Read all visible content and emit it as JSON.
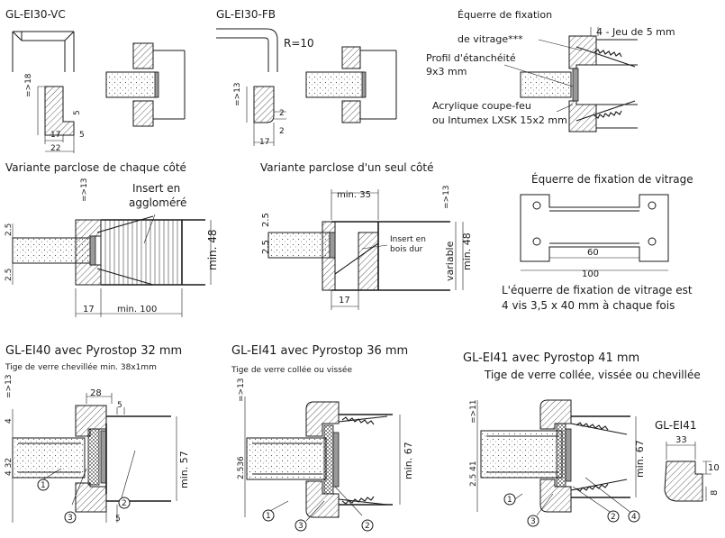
{
  "sections": {
    "s1_title": "GL-EI30-VC",
    "s2_title": "GL-EI30-FB",
    "s2_radius": "R=10",
    "v1_caption": "Variante parclose de chaque côté",
    "v2_caption": "Variante parclose d'un seul côté",
    "e40_title": "GL-EI40 avec Pyrostop 32 mm",
    "e40_sub": "Tige de verre chevillée min. 38x1mm",
    "e41a_title": "GL-EI41 avec Pyrostop 36 mm",
    "e41a_sub": "Tige de verre collée ou vissée",
    "e41b_title": "GL-EI41 avec Pyrostop 41 mm",
    "e41b_sub": "Tige de verre collée, vissée ou chevillée",
    "e41_profile_title": "GL-EI41"
  },
  "legend_top": {
    "equerre_line1": "Équerre de fixation",
    "equerre_line2": "de vitrage***",
    "jeu": "4 - Jeu de 5 mm",
    "profil_line1": "Profil d'étanchéité",
    "profil_line2": "9x3 mm",
    "acryl_line1": "Acrylique coupe-feu",
    "acryl_line2": "ou Intumex LXSK 15x2 mm"
  },
  "bracket": {
    "title": "Équerre de fixation de vitrage",
    "dim_inner": "60",
    "dim_outer": "100",
    "note_line1": "L'équerre de fixation de vitrage est",
    "note_line2": "4 vis 3,5 x 40 mm à chaque fois"
  },
  "inserts": {
    "agglo_line1": "Insert en",
    "agglo_line2": "aggloméré",
    "dur_line1": "Insert en",
    "dur_line2": "bois dur"
  },
  "dims": {
    "d18": "=>18",
    "d17": "17",
    "d22": "22",
    "d5": "5",
    "d13": "=>13",
    "d2": "2",
    "d2_5": "2.5",
    "min48": "min. 48",
    "min100": "min. 100",
    "min35": "min. 35",
    "variable": "variable",
    "d28": "28",
    "d4": "4",
    "d32": "4 32",
    "min57": "min. 57",
    "min67": "min. 67",
    "d2536": "2.536",
    "d11": "=>11",
    "d2541": "2.5 41",
    "d33": "33",
    "d10": "10",
    "d8": "8",
    "c1": "1",
    "c2": "2",
    "c3": "3",
    "c4": "4"
  }
}
